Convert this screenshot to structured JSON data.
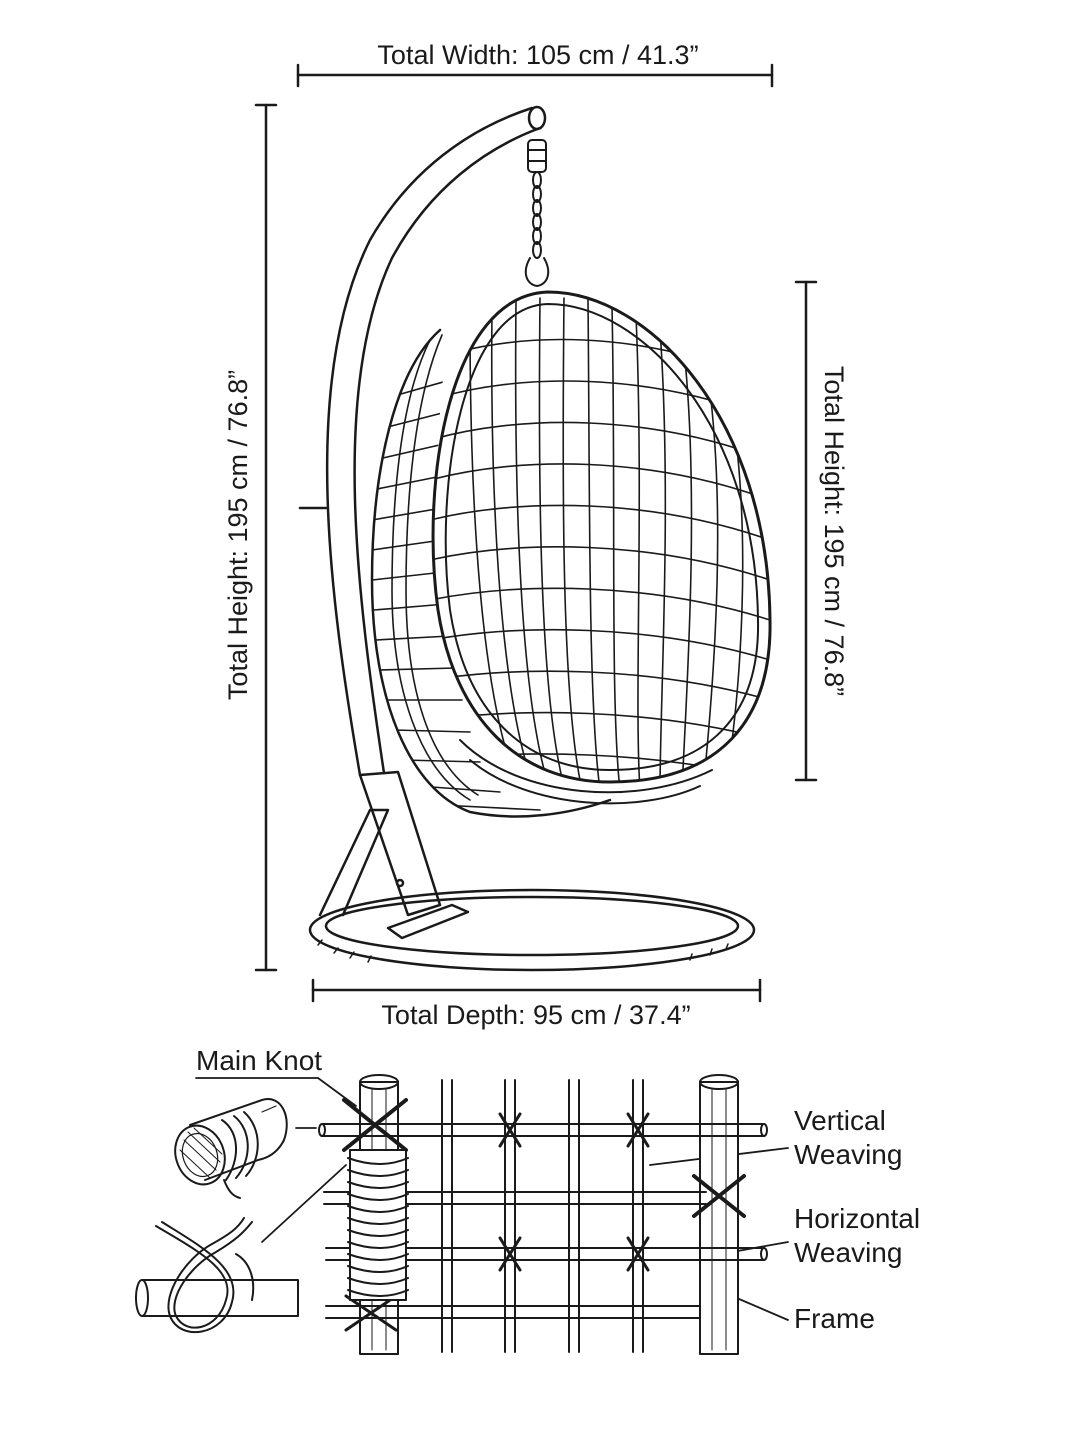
{
  "dimensions": {
    "total_width": "Total Width: 105 cm / 41.3”",
    "total_height_left": "Total Height: 195 cm / 76.8”",
    "total_height_right": "Total Height: 195 cm / 76.8”",
    "total_depth": "Total Depth: 95 cm / 37.4”"
  },
  "detail": {
    "main_knot": "Main Knot",
    "vertical_weaving_line1": "Vertical",
    "vertical_weaving_line2": "Weaving",
    "horizontal_weaving_line1": "Horizontal",
    "horizontal_weaving_line2": "Weaving",
    "frame": "Frame"
  }
}
